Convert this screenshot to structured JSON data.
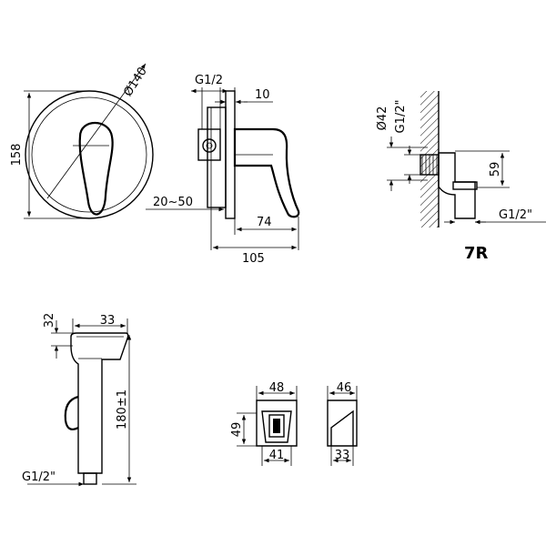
{
  "front_view": {
    "height": "158",
    "diameter": "Ø140"
  },
  "side_view": {
    "thread": "G1/2",
    "plate": "10",
    "wall_range": "20~50",
    "depth": "74",
    "total": "105"
  },
  "elbow": {
    "diameter": "Ø42",
    "thread_top": "G1/2\"",
    "height": "59",
    "thread_bottom": "G1/2\"",
    "model": "7R"
  },
  "sprayer": {
    "top_offset": "32",
    "width": "33",
    "length": "180±1",
    "thread": "G1/2\""
  },
  "holder_front": {
    "top": "48",
    "height": "49",
    "bottom": "41"
  },
  "holder_side": {
    "top": "46",
    "bottom": "33"
  }
}
